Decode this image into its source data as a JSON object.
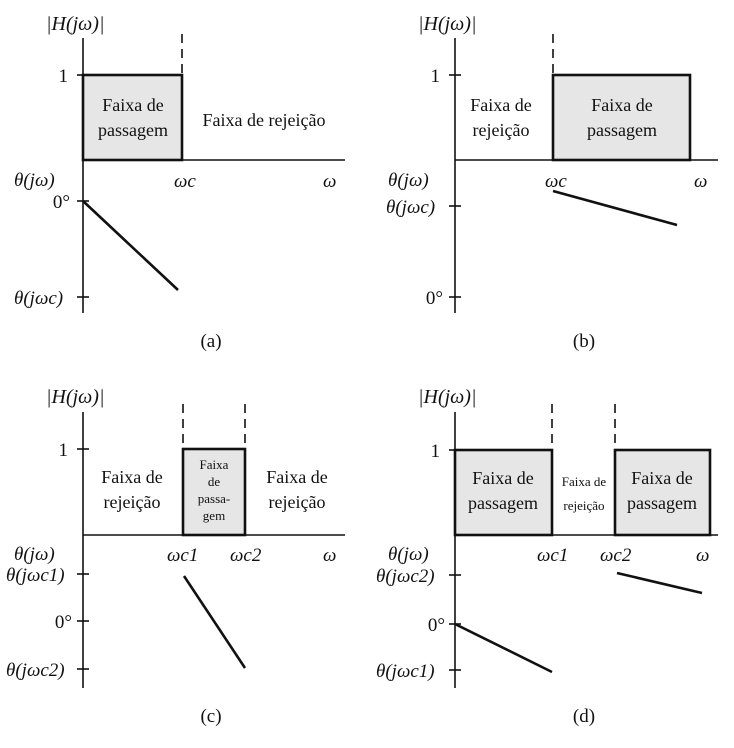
{
  "common": {
    "mag_label": "|H(jω)|",
    "mag_one": "1",
    "theta_label": "θ(jω)",
    "omega": "ω",
    "zero_deg": "0°"
  },
  "panels": {
    "a": {
      "caption": "(a)",
      "pass_l1": "Faixa de",
      "pass_l2": "passagem",
      "reject": "Faixa de rejeição",
      "wc": "ωc",
      "theta_wc": "θ(jωc)"
    },
    "b": {
      "caption": "(b)",
      "reject_l1": "Faixa de",
      "reject_l2": "rejeição",
      "pass_l1": "Faixa de",
      "pass_l2": "passagem",
      "wc": "ωc",
      "theta_wc": "θ(jωc)"
    },
    "c": {
      "caption": "(c)",
      "reject_left_l1": "Faixa de",
      "reject_left_l2": "rejeição",
      "pass_l1": "Faixa",
      "pass_l2": "de",
      "pass_l3": "passa-",
      "pass_l4": "gem",
      "reject_right_l1": "Faixa de",
      "reject_right_l2": "rejeição",
      "wc1": "ωc1",
      "wc2": "ωc2",
      "theta_wc1": "θ(jωc1)",
      "theta_wc2": "θ(jωc2)"
    },
    "d": {
      "caption": "(d)",
      "pass_left_l1": "Faixa de",
      "pass_left_l2": "passagem",
      "reject_l1": "Faixa de",
      "reject_l2": "rejeição",
      "pass_right_l1": "Faixa de",
      "pass_right_l2": "passagem",
      "wc1": "ωc1",
      "wc2": "ωc2",
      "theta_wc2": "θ(jωc2)",
      "theta_wc1": "θ(jωc1)"
    }
  }
}
